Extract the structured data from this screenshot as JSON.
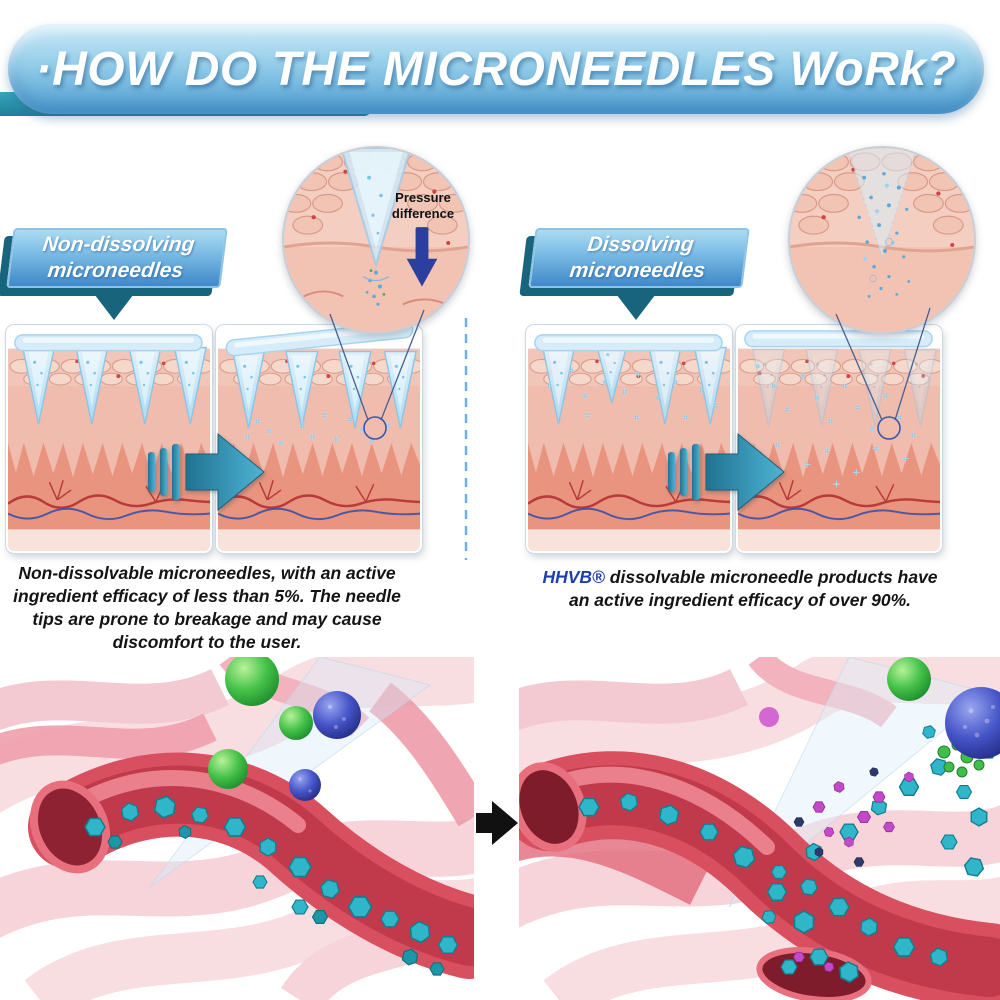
{
  "header": {
    "title": "·HOW DO THE MICRONEEDLES WoRk?"
  },
  "comparison": {
    "left": {
      "label": [
        "Non-dissolving",
        "microneedles"
      ],
      "inset_annotation": [
        "Pressure",
        "difference"
      ],
      "caption": "Non-dissolvable microneedles, with an active ingredient efficacy of less than 5%. The needle tips are prone to breakage and may cause discomfort to the user."
    },
    "right": {
      "label": [
        "Dissolving",
        "microneedles"
      ],
      "caption_brand": "HHVB®",
      "caption_text": " dissolvable microneedle products have an active ingredient efficacy of over 90%."
    }
  },
  "colors": {
    "banner_blue": "#4d9dd2",
    "ribbon_teal": "#2a93ae",
    "label_blue": "#3f88c9",
    "label_shadow_teal": "#17647c",
    "arrow_teal": "#2e86a6",
    "pressure_arrow_blue": "#2b3f9e",
    "brand_text_blue": "#1e3fae",
    "hexagon_teal": "#2fb6c8",
    "vessel_red": "#d8505f",
    "skin_pink": "#f0bcae"
  }
}
